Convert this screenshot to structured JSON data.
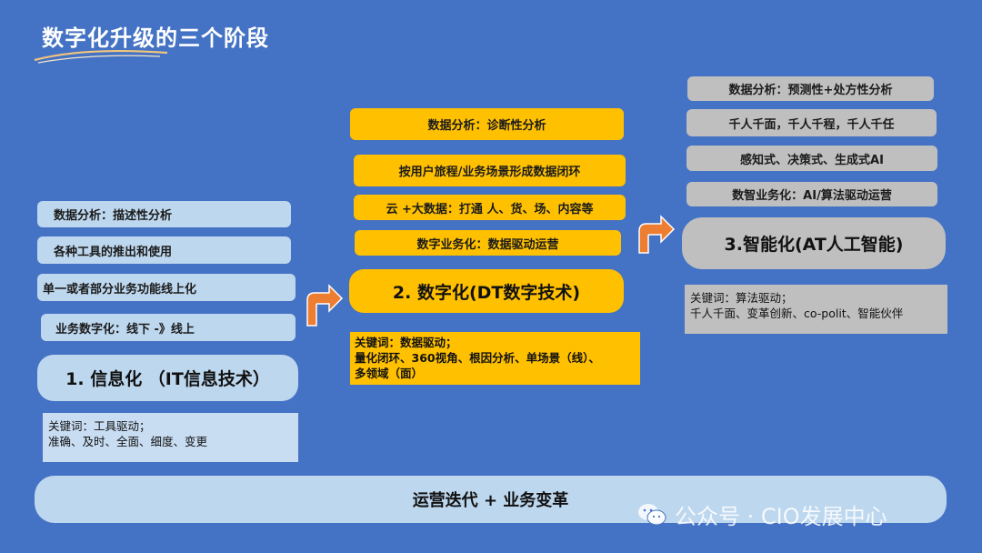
{
  "title": "数字化升级的三个阶段",
  "stage1": {
    "items": [
      "数据分析：描述性分析",
      "各种工具的推出和使用",
      "单一或者部分业务功能线上化",
      "业务数字化：线下 -》线上"
    ],
    "label": "1. 信息化  （IT信息技术）",
    "keywords": [
      "关键词：工具驱动；",
      "准确、及时、全面、细度、变更"
    ]
  },
  "stage2": {
    "items": [
      "数据分析：诊断性分析",
      "按用户旅程/业务场景形成数据闭环",
      "云 +大数据：打通 人、货、场、内容等",
      "数字业务化：数据驱动运营"
    ],
    "label": "2. 数字化(DT数字技术)",
    "keywords": [
      "关键词：数据驱动；",
      "量化闭环、360视角、根因分析、单场景（线）、",
      "多领域（面）"
    ]
  },
  "stage3": {
    "items": [
      "数据分析：预测性+处方性分析",
      "千人千面，千人千程，千人千任",
      "感知式、决策式、生成式AI",
      "数智业务化：AI/算法驱动运营"
    ],
    "label": "3.智能化(AT人工智能)",
    "keywords": [
      "关键词：算法驱动；",
      "千人千面、变革创新、co-polit、智能伙伴"
    ]
  },
  "bottom_bar": "运营迭代 + 业务变革",
  "watermark": "公众号 · CIO发展中心",
  "colors": {
    "background": "#4472C4",
    "stage1": "#BDD7EE",
    "stage2": "#FFC000",
    "stage3": "#BFBFBF",
    "arrow": "#ED7D31"
  }
}
